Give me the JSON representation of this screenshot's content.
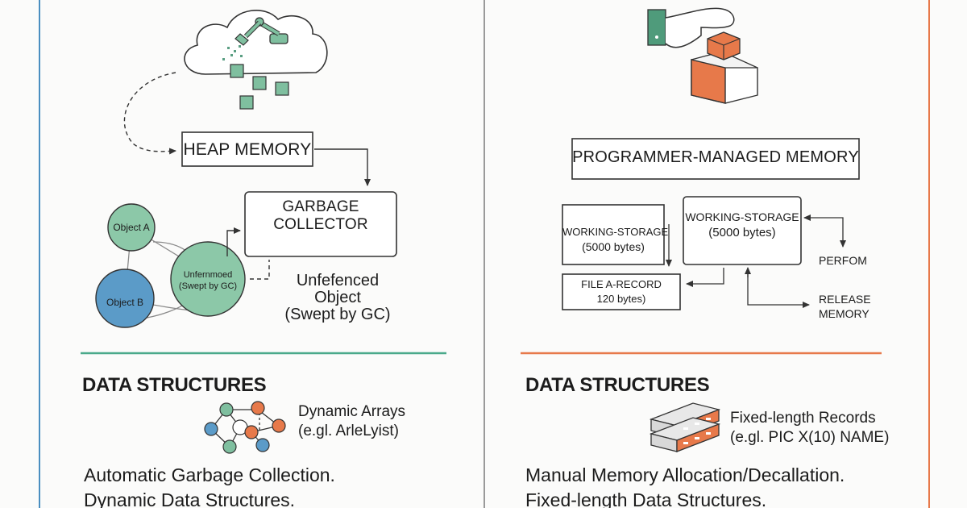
{
  "left": {
    "heap_memory": "HEAP MEMORY",
    "garbage_collector": [
      "GARBAGE",
      "COLLECTOR"
    ],
    "node_a": "Object A",
    "node_b": "Object B",
    "node_unref": [
      "Unfernmoed",
      "(Swept by GC)"
    ],
    "unref_note": [
      "Unfefenced",
      "Object",
      "(Swept by GC)"
    ],
    "section_title": "DATA STRUCTURES",
    "ds_item": [
      "Dynamic Arrays",
      "(e.gl. ArleLyist)"
    ],
    "summary": [
      "Automatic Garbage Collection.",
      "Dynamic Data Structures."
    ]
  },
  "right": {
    "programmer_memory": "PROGRAMMER-MANAGED MEMORY",
    "ws_left": [
      "WORKING-STORAGE",
      "(5000 bytes)"
    ],
    "ws_right": [
      "WORKING-STORAGE",
      "(5000 bytes)"
    ],
    "file_record": [
      "FILE A-RECORD",
      "120 bytes)"
    ],
    "perform": "PERFOM",
    "release": [
      "RELEASE",
      "MEMORY"
    ],
    "section_title": "DATA STRUCTURES",
    "ds_item": [
      "Fixed-length Records",
      "(e.gl. PIC X(10) NAME)"
    ],
    "summary": [
      "Manual Memory Allocation/Decallation.",
      "Fixed-length Data Structures."
    ]
  },
  "colors": {
    "green": "#7fbf9f",
    "blue": "#5b9bc8",
    "orange": "#e7794a",
    "divider_green": "#4aa98a",
    "divider_orange": "#e7794a"
  },
  "icons": [
    "cloud-robot-arm-icon",
    "hand-stacking-boxes-icon",
    "graph-network-icon",
    "server-rack-icon"
  ]
}
